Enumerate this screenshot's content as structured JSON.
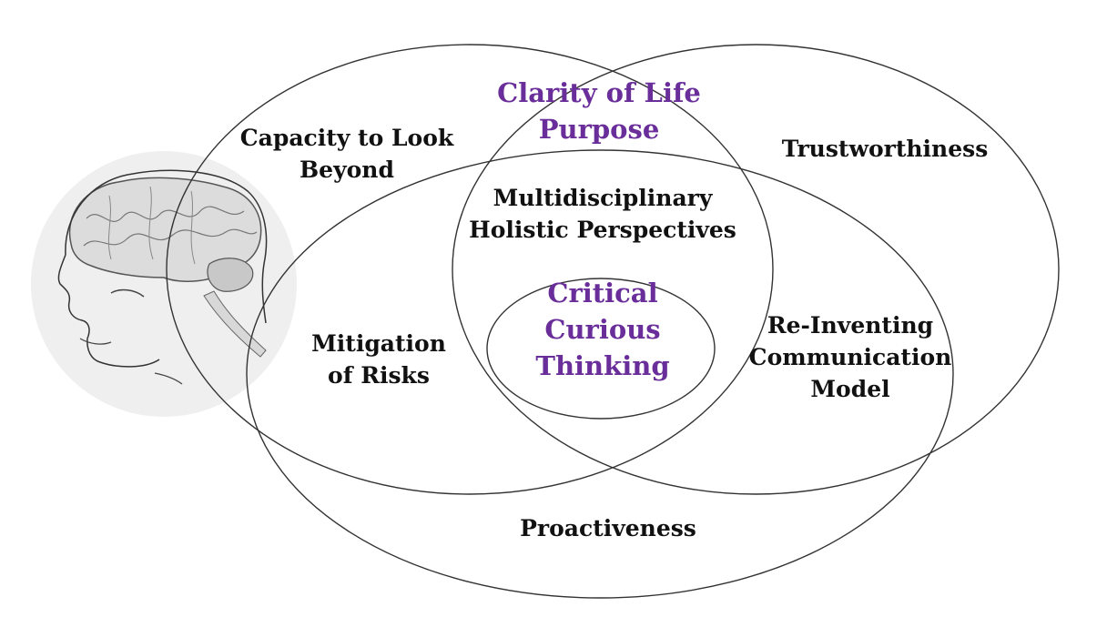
{
  "diagram": {
    "type": "venn",
    "colors": {
      "accent_text": "#6a2e9a",
      "text": "#111111",
      "outline": "#333333",
      "head_background": "#efefef"
    },
    "sets": [
      {
        "id": "top-left",
        "label_lines": [
          "Capacity to Look",
          "Beyond"
        ]
      },
      {
        "id": "top-right",
        "label_lines": [
          "Trustworthiness"
        ]
      },
      {
        "id": "bottom",
        "label_lines": [
          "Proactiveness"
        ]
      }
    ],
    "intersections": [
      {
        "id": "top-left-and-top-right",
        "label_lines": [
          "Clarity of Life",
          "Purpose"
        ],
        "highlight": true
      },
      {
        "id": "all-three",
        "label_lines": [
          "Multidisciplinary",
          "Holistic Perspectives"
        ]
      },
      {
        "id": "top-left-and-bottom",
        "label_lines": [
          "Mitigation",
          "of Risks"
        ]
      },
      {
        "id": "top-right-and-bottom",
        "label_lines": [
          "Re-Inventing",
          "Communication",
          "Model"
        ]
      }
    ],
    "core": {
      "label_lines": [
        "Critical",
        "Curious",
        "Thinking"
      ],
      "highlight": true
    },
    "illustration": {
      "icon": "head-with-brain-icon"
    }
  }
}
